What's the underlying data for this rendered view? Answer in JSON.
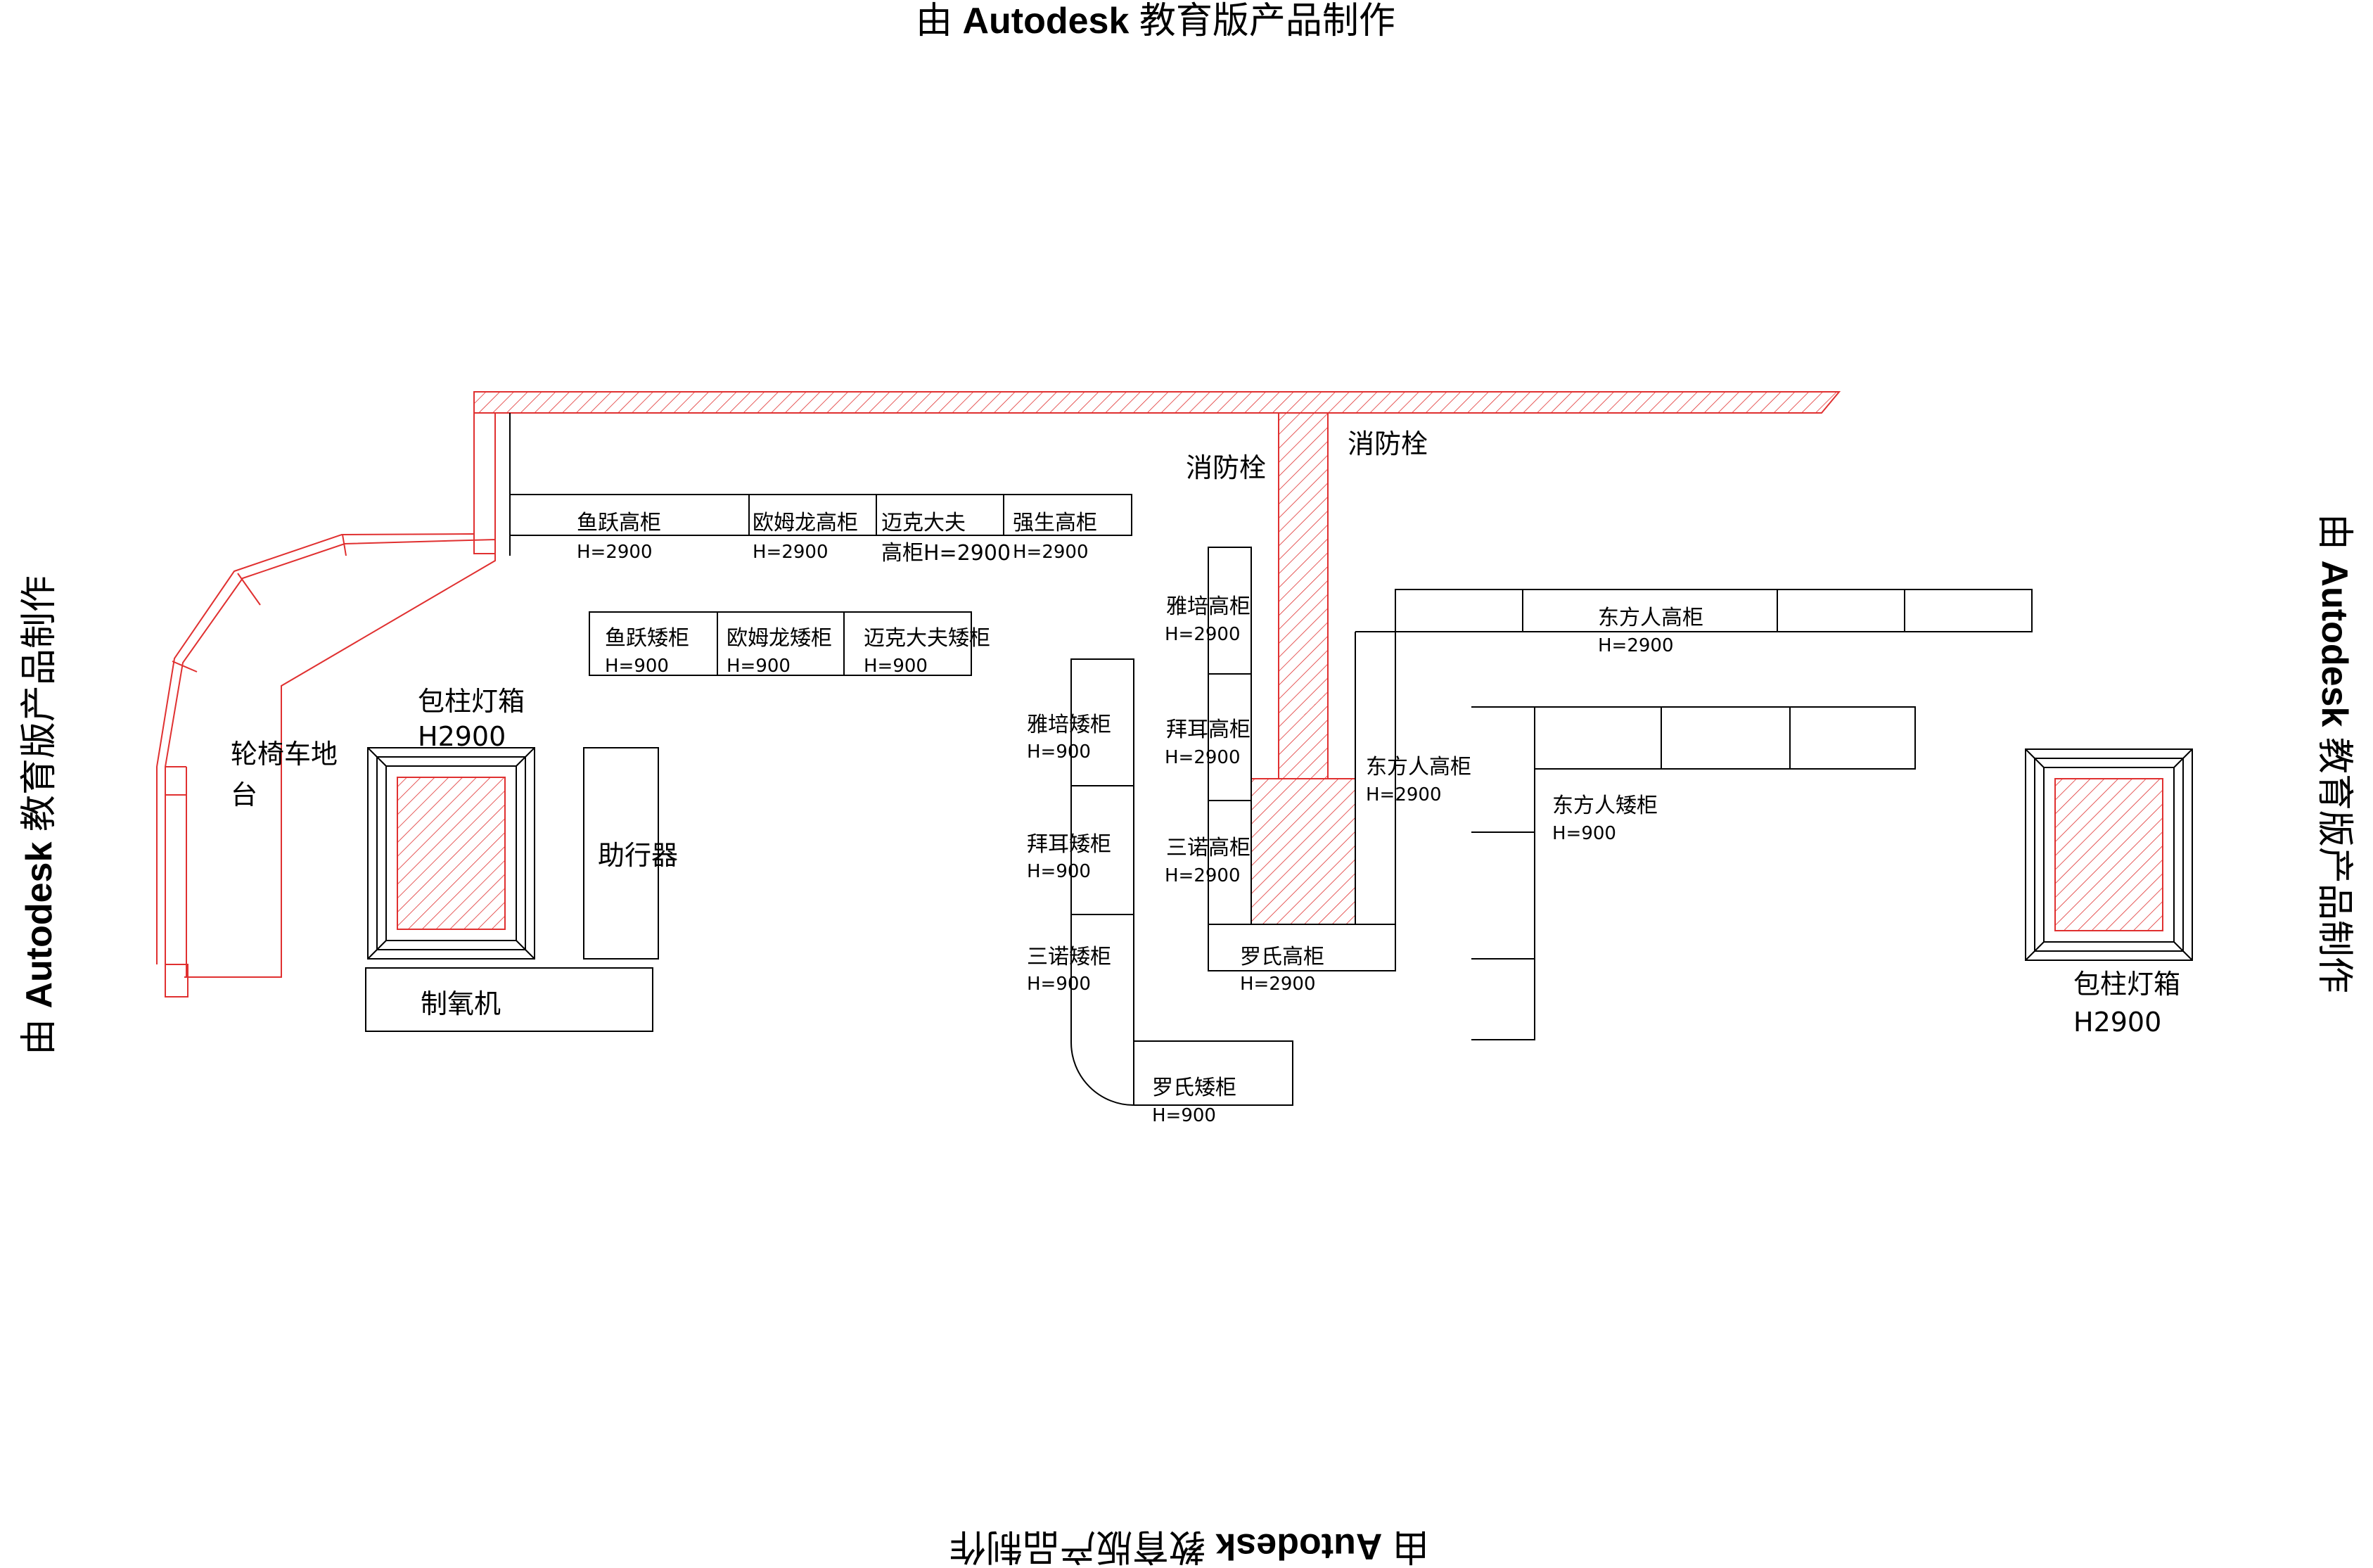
{
  "watermark": {
    "prefix": "由 ",
    "brand": "Autodesk",
    "suffix": " 教育版产品制作"
  },
  "labels": {
    "hydrant_left": "消防栓",
    "hydrant_right": "消防栓",
    "wheelchair_line1": "轮椅车地",
    "wheelchair_line2": "台",
    "lightbox_left_title": "包柱灯箱",
    "lightbox_left_h": "H2900",
    "walker": "助行器",
    "oxygen": "制氧机",
    "lightbox_right_title": "包柱灯箱",
    "lightbox_right_h": "H2900"
  },
  "cabinets": {
    "yuyue_tall": "鱼跃高柜",
    "yuyue_tall_h": "H=2900",
    "omron_tall": "欧姆龙高柜",
    "omron_tall_h": "H=2900",
    "mike_tall_1": "迈克大夫",
    "mike_tall_2": "高柜H=2900",
    "qiangsheng_tall": "强生高柜",
    "qiangsheng_tall_h": "H=2900",
    "yuyue_low": "鱼跃矮柜",
    "yuyue_low_h": "H=900",
    "omron_low": "欧姆龙矮柜",
    "omron_low_h": "H=900",
    "mike_low": "迈克大夫矮柜",
    "mike_low_h": "H=900",
    "yapei_tall": "雅培高柜",
    "yapei_tall_h": "H=2900",
    "bayer_tall": "拜耳高柜",
    "bayer_tall_h": "H=2900",
    "sannuo_tall": "三诺高柜",
    "sannuo_tall_h": "H=2900",
    "roche_tall": "罗氏高柜",
    "roche_tall_h": "H=2900",
    "yapei_low": "雅培矮柜",
    "yapei_low_h": "H=900",
    "bayer_low": "拜耳矮柜",
    "bayer_low_h": "H=900",
    "sannuo_low": "三诺矮柜",
    "sannuo_low_h": "H=900",
    "roche_low": "罗氏矮柜",
    "roche_low_h": "H=900",
    "dongfang_tall_top": "东方人高柜",
    "dongfang_tall_top_h": "H=2900",
    "dongfang_tall_side": "东方人高柜",
    "dongfang_tall_side_h": "H=2900",
    "dongfang_low": "东方人矮柜",
    "dongfang_low_h": "H=900"
  },
  "colors": {
    "wall_hatch": "#e03030",
    "line": "#000000"
  }
}
